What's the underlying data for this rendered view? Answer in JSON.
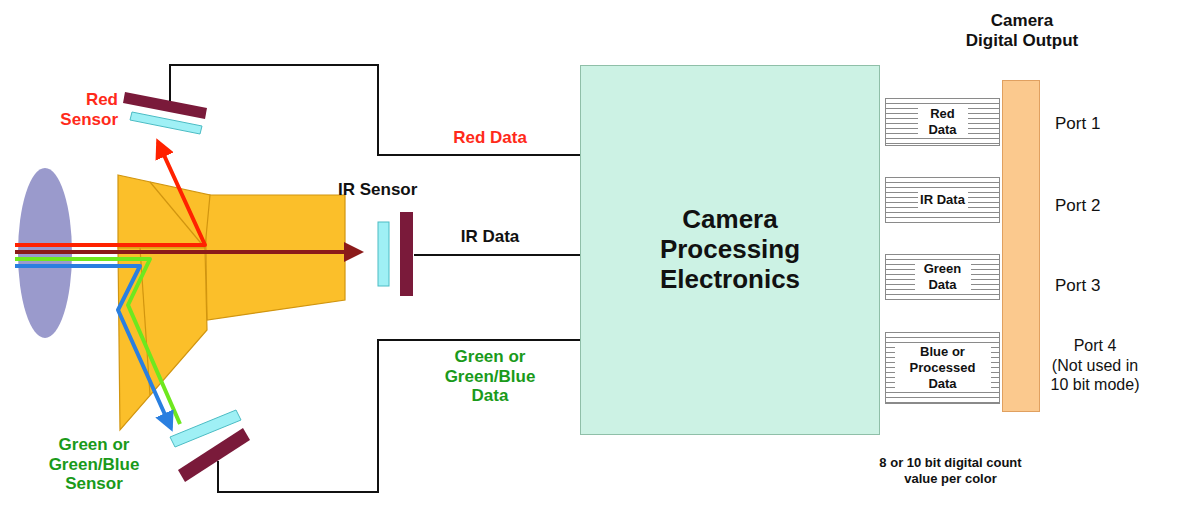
{
  "diagram": {
    "nodes": [
      {
        "text": [
          "Red Sensor"
        ]
      },
      {
        "text": [
          "IR Sensor"
        ]
      },
      {
        "text": [
          "Green or Green/Blue Sensor"
        ]
      },
      {
        "text": [
          "Camera Processing Electronics"
        ]
      },
      {
        "text": [
          "Red Data"
        ]
      },
      {
        "text": [
          "IR Data"
        ]
      },
      {
        "text": [
          "Green Data"
        ]
      },
      {
        "text": [
          "Blue or Processed Data"
        ]
      },
      {
        "text": [
          "Camera Digital Output"
        ]
      }
    ],
    "edges": [
      {
        "from": 0,
        "to": 3,
        "label": "Red Data",
        "arrow": "none"
      },
      {
        "from": 1,
        "to": 3,
        "label": "IR Data",
        "arrow": "none"
      },
      {
        "from": 2,
        "to": 3,
        "label": "Green or Green/Blue Data",
        "arrow": "none"
      }
    ],
    "labels": [
      "Port 1",
      "Port 2",
      "Port 3",
      "Port 4",
      "(Not used in 10 bit mode)",
      "8 or 10 bit digital count value per color"
    ]
  }
}
